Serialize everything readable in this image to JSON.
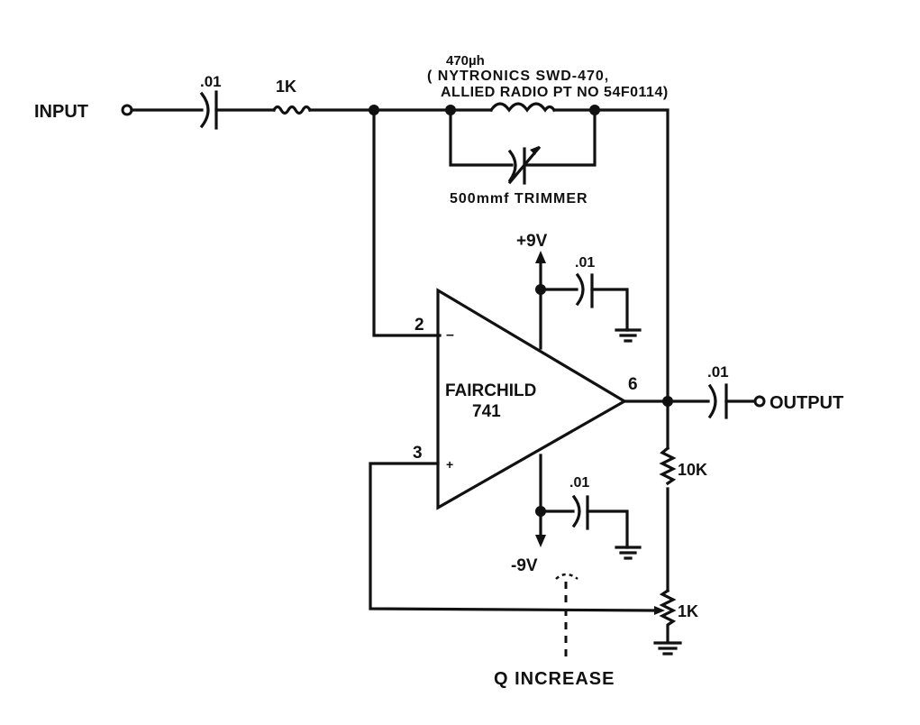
{
  "diagram": {
    "type": "active bandpass filter schematic",
    "input": {
      "label": "INPUT"
    },
    "output": {
      "label": "OUTPUT"
    },
    "components": {
      "input_cap": {
        "value": ".01"
      },
      "input_res": {
        "value": "1K"
      },
      "inductor": {
        "value": "470µh",
        "part_line1": "( NYTRONICS SWD-470,",
        "part_line2": "ALLIED RADIO PT NO 54F0114)"
      },
      "trimmer": {
        "label": "500mmf TRIMMER"
      },
      "opamp": {
        "line1": "FAIRCHILD",
        "line2": "741",
        "pin_inv": "2",
        "pin_noninv": "3",
        "pin_out": "6",
        "minus": "–",
        "plus": "+"
      },
      "pos_supply": {
        "label": "+9V"
      },
      "neg_supply": {
        "label": "-9V"
      },
      "pos_bypass_cap": {
        "value": ".01"
      },
      "neg_bypass_cap": {
        "value": ".01"
      },
      "output_cap": {
        "value": ".01"
      },
      "feedback_res": {
        "value": "10K"
      },
      "pot": {
        "value": "1K"
      }
    },
    "annotation": {
      "label": "Q INCREASE"
    }
  }
}
